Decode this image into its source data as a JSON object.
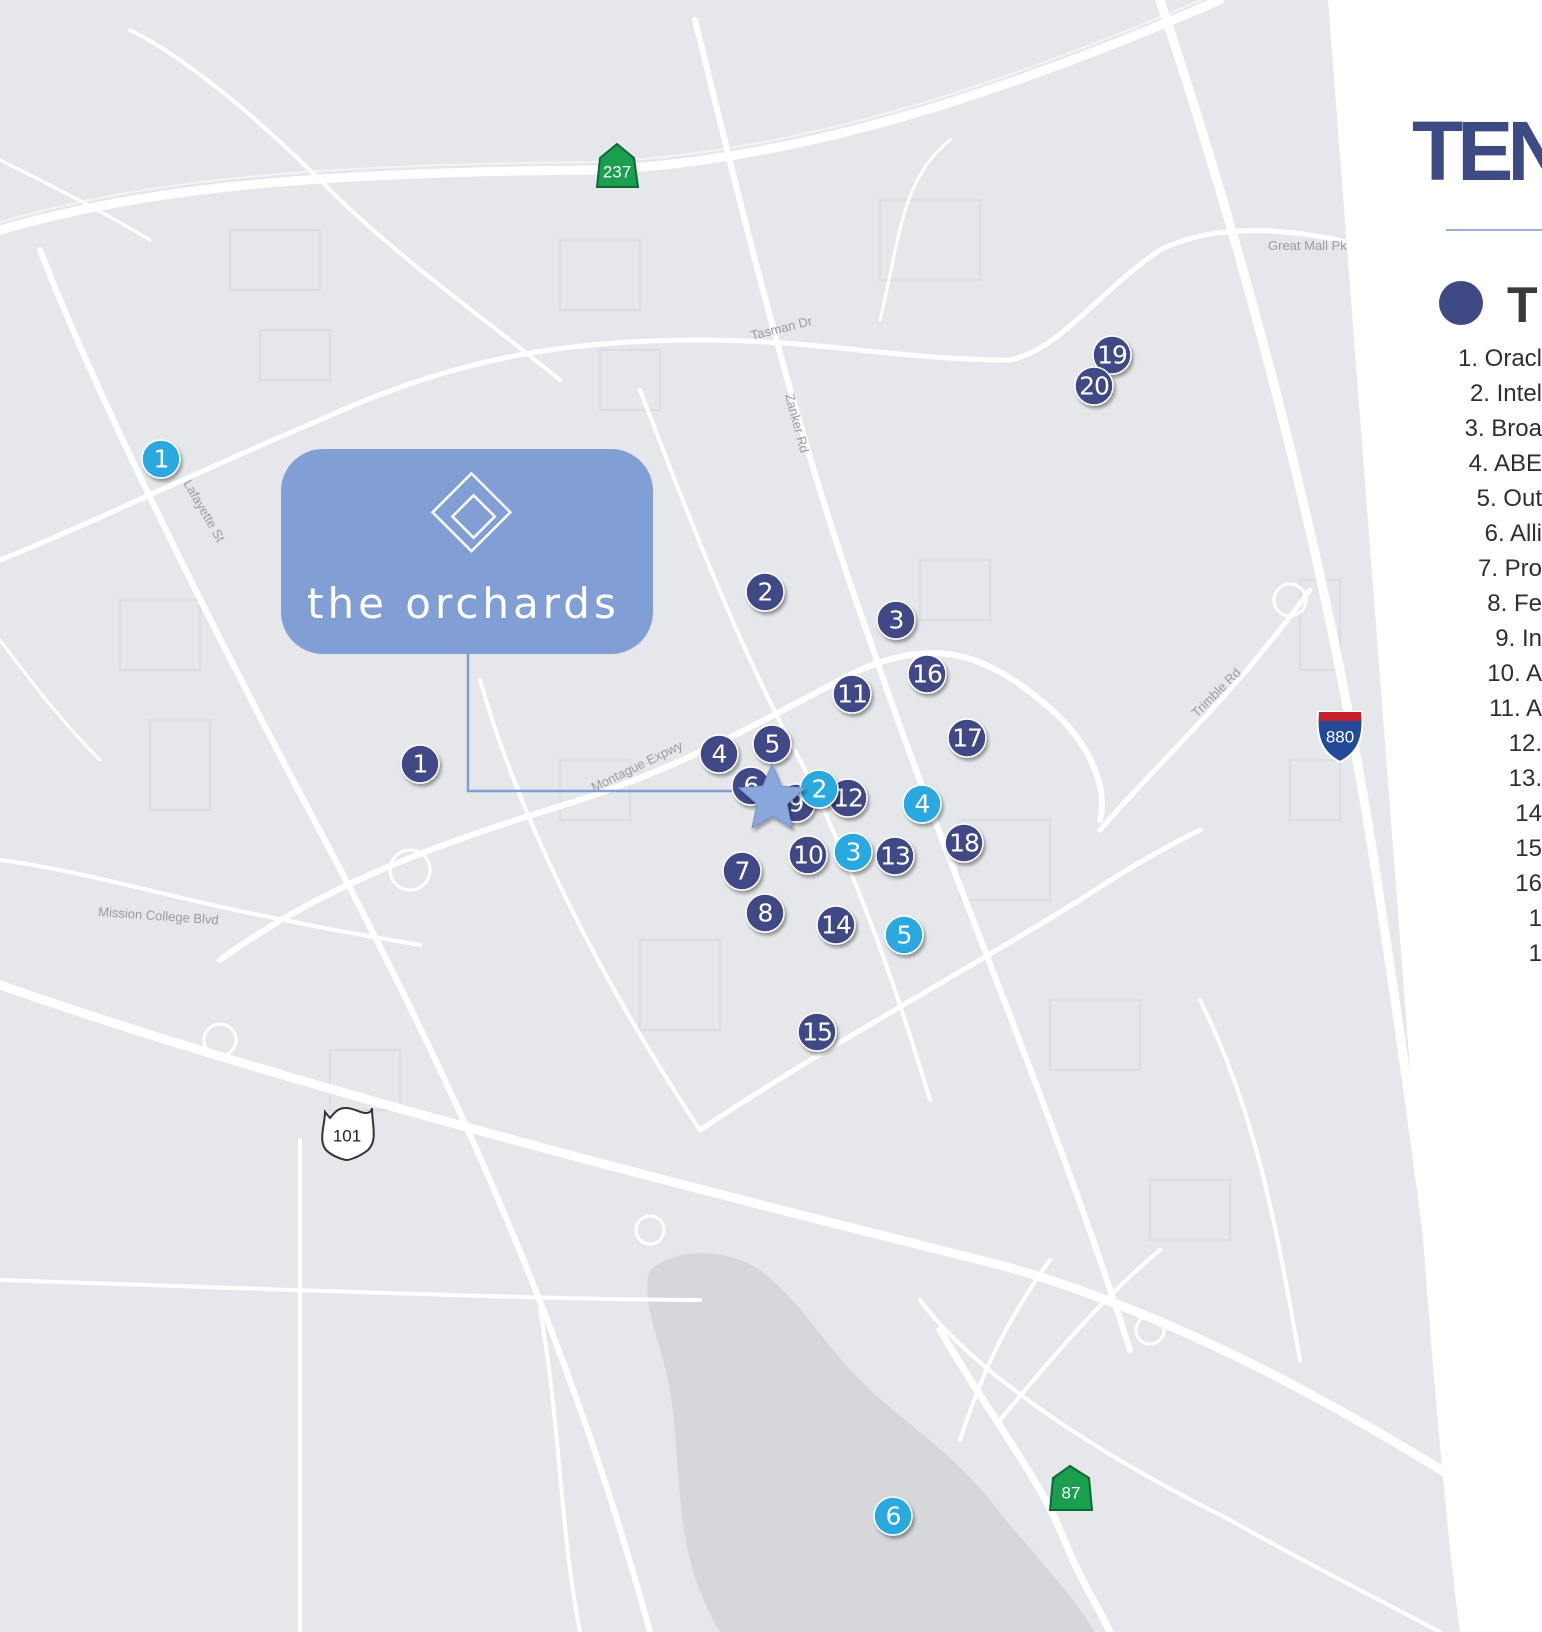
{
  "map": {
    "road_labels": {
      "great_mall": "Great Mall Pkwy",
      "tasman": "Tasman Dr",
      "zanker": "Zanker Rd",
      "lafayette": "Lafayette St",
      "montague": "Montague Expwy",
      "trimble": "Trimble Rd",
      "mission_college": "Mission College Blvd"
    },
    "highways": {
      "h237": "237",
      "h101": "101",
      "h880": "880",
      "h87": "87"
    },
    "callout": {
      "brand": "the orchards",
      "color": "#819fd4"
    },
    "colors": {
      "tenant_pin": "#3f4a85",
      "amenity_pin": "#2aa8e0",
      "background": "#e6e7ea",
      "road": "#ffffff"
    },
    "tenant_pins": [
      "1",
      "2",
      "3",
      "4",
      "5",
      "6",
      "7",
      "8",
      "9",
      "10",
      "11",
      "12",
      "13",
      "14",
      "15",
      "16",
      "17",
      "18",
      "19",
      "20"
    ],
    "amenity_pins": [
      "1",
      "2",
      "3",
      "4",
      "5",
      "6"
    ],
    "site_marker": "star-icon"
  },
  "panel": {
    "title": "TEN",
    "section_heading": "T",
    "legend_items": [
      "1. Oracl",
      "2. Intel",
      "3. Broa",
      "4. ABE",
      "5. Out",
      "6. Alli",
      "7. Pro",
      "8. Fe",
      "9. In",
      "10. A",
      "11. A",
      "12.",
      "13.",
      "14",
      "15",
      "16",
      "1",
      "1"
    ]
  }
}
